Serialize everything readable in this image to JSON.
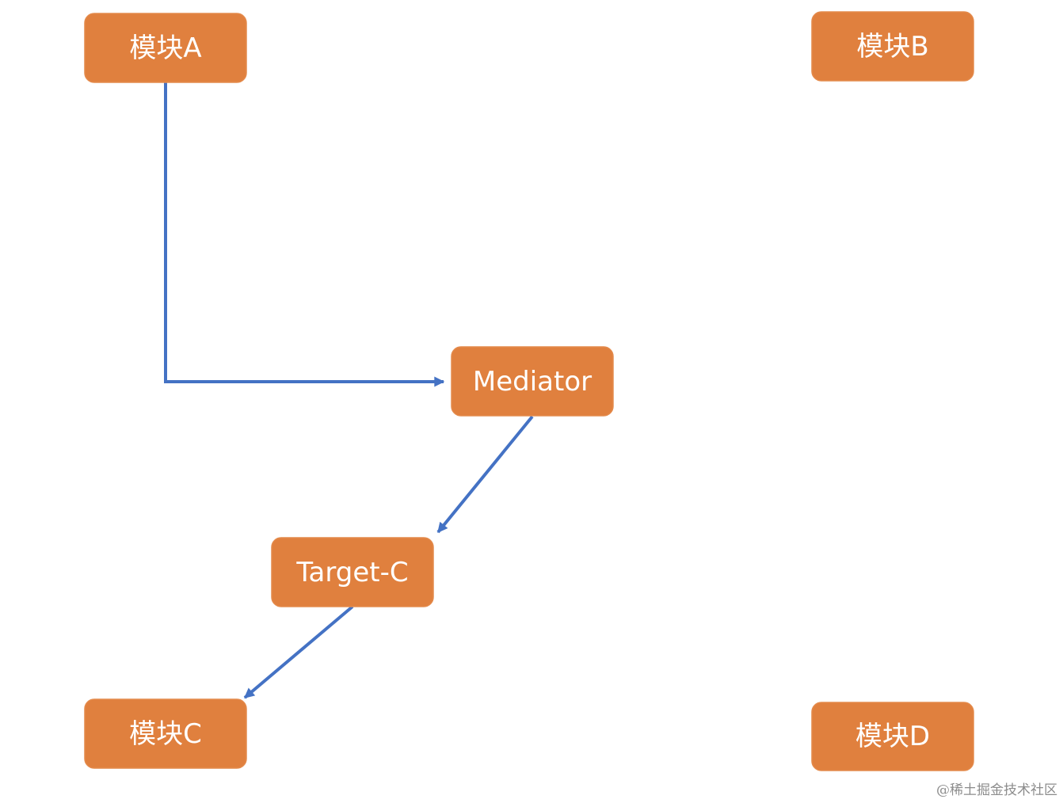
{
  "diagram": {
    "nodes": {
      "module_a": "模块A",
      "module_b": "模块B",
      "mediator": "Mediator",
      "target_c": "Target-C",
      "module_c": "模块C",
      "module_d": "模块D"
    }
  },
  "watermark": "@稀土掘金技术社区",
  "colors": {
    "node_fill": "#E0803E",
    "node_text": "#FFFFFF",
    "edge": "#4472C4",
    "watermark": "#8C8C8C"
  }
}
